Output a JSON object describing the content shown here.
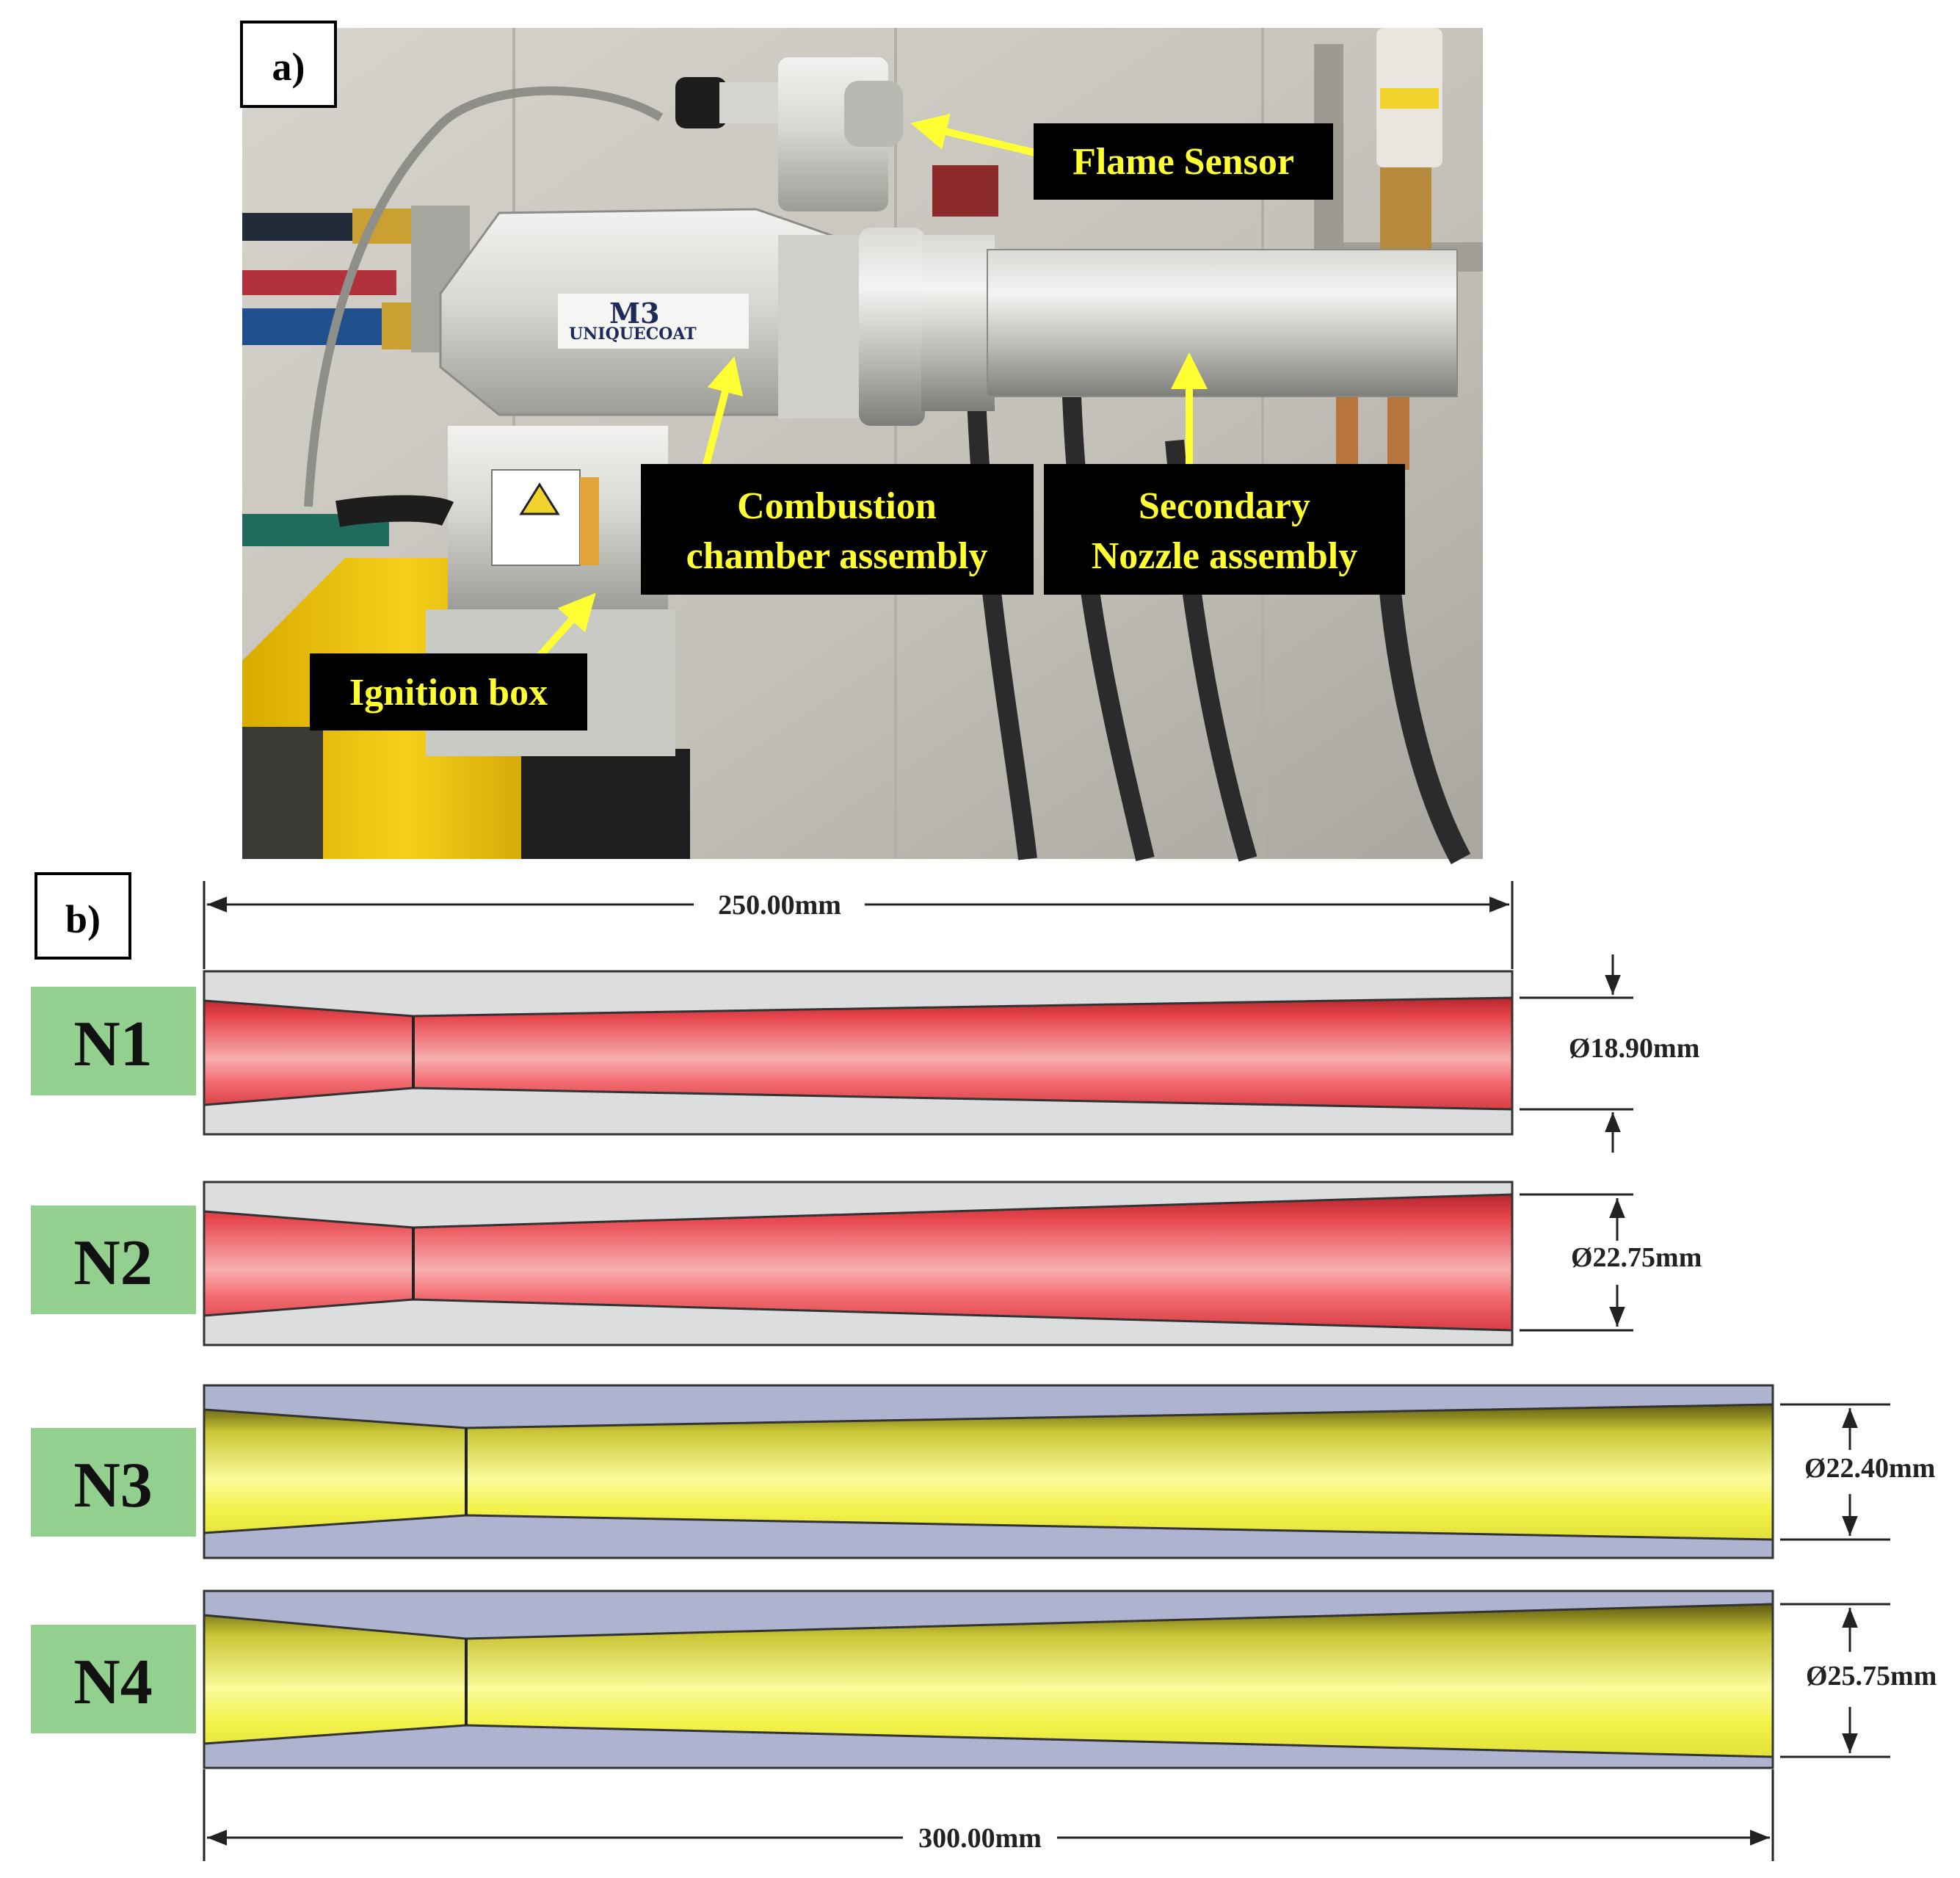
{
  "panel_a": {
    "label": "a)",
    "callouts": {
      "flame_sensor": "Flame Sensor",
      "combustion_line1": "Combustion",
      "combustion_line2": "chamber assembly",
      "secondary_line1": "Secondary",
      "secondary_line2": "Nozzle assembly",
      "ignition_box": "Ignition box"
    },
    "gun_badge": {
      "line1": "M3",
      "line2": "UNIQUECOAT"
    },
    "colors": {
      "callout_bg": "#000000",
      "callout_text": "#ffff33",
      "arrow": "#ffff33",
      "wall": "#c9c6bf",
      "robot": "#f0c400"
    }
  },
  "panel_b": {
    "label": "b)",
    "top_dimension": "250.00mm",
    "bottom_dimension": "300.00mm",
    "nozzles": [
      {
        "tag": "N1",
        "diameter": "Ø18.90mm",
        "fill": "#e8484f",
        "shell": "#dcdddf"
      },
      {
        "tag": "N2",
        "diameter": "Ø22.75mm",
        "fill": "#e8484f",
        "shell": "#dcdddf"
      },
      {
        "tag": "N3",
        "diameter": "Ø22.40mm",
        "fill": "#e6e640",
        "shell": "#aeb4cf"
      },
      {
        "tag": "N4",
        "diameter": "Ø25.75mm",
        "fill": "#e6e640",
        "shell": "#aeb4cf"
      }
    ],
    "colors": {
      "tag_bg": "#93d08f"
    }
  }
}
